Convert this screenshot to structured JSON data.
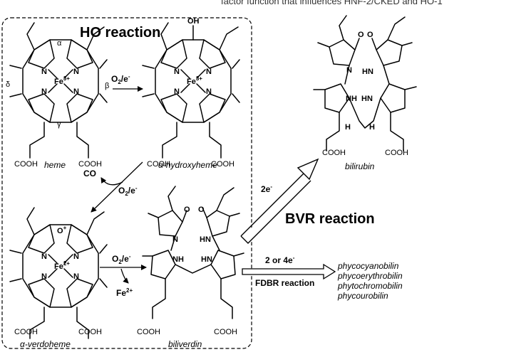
{
  "header": {
    "cut_text": "factor function that influences HNF-2/CKED and HO-1"
  },
  "box": {
    "title": "HO reaction"
  },
  "compounds": {
    "heme": {
      "name": "heme",
      "metal": "Fe",
      "charge": "3+"
    },
    "hydroxyheme": {
      "name": "α-hydroxyheme",
      "metal": "Fe",
      "charge": "3+",
      "substituent": "OH"
    },
    "verdoheme": {
      "name": "α-verdoheme",
      "metal": "Fe",
      "charge": "2+",
      "oxygen": "O",
      "oxygen_charge": "+"
    },
    "biliverdin": {
      "name": "biliverdin"
    },
    "bilirubin": {
      "name": "bilirubin"
    }
  },
  "meso_labels": {
    "alpha": "α",
    "beta": "β",
    "gamma": "γ",
    "delta": "δ"
  },
  "atoms": {
    "n": "N",
    "nh": "NH",
    "hn": "HN",
    "o": "O",
    "h": "H",
    "cooh": "COOH",
    "carbonyl_left": "O",
    "carbonyl_right": "O"
  },
  "steps": {
    "step1_reagent": "O",
    "step1_sub": "2",
    "step1_sup": "/e",
    "step2_reagent": "O",
    "step2_sub": "2",
    "step2_slash": "/e",
    "co": "CO",
    "step3_reagent": "O",
    "step3_sub": "2",
    "step3_slash": "/e",
    "fe2": "Fe",
    "fe2_charge": "2+",
    "minus": "-"
  },
  "bvr": {
    "title": "BVR reaction",
    "electrons": "2e",
    "electrons_sup": "-"
  },
  "fdbr": {
    "title": "FDBR reaction",
    "electrons": "2 or 4e",
    "electrons_sup": "-",
    "products": [
      "phycocyanobilin",
      "phycoerythrobilin",
      "phytochromobilin",
      "phycourobilin"
    ]
  }
}
